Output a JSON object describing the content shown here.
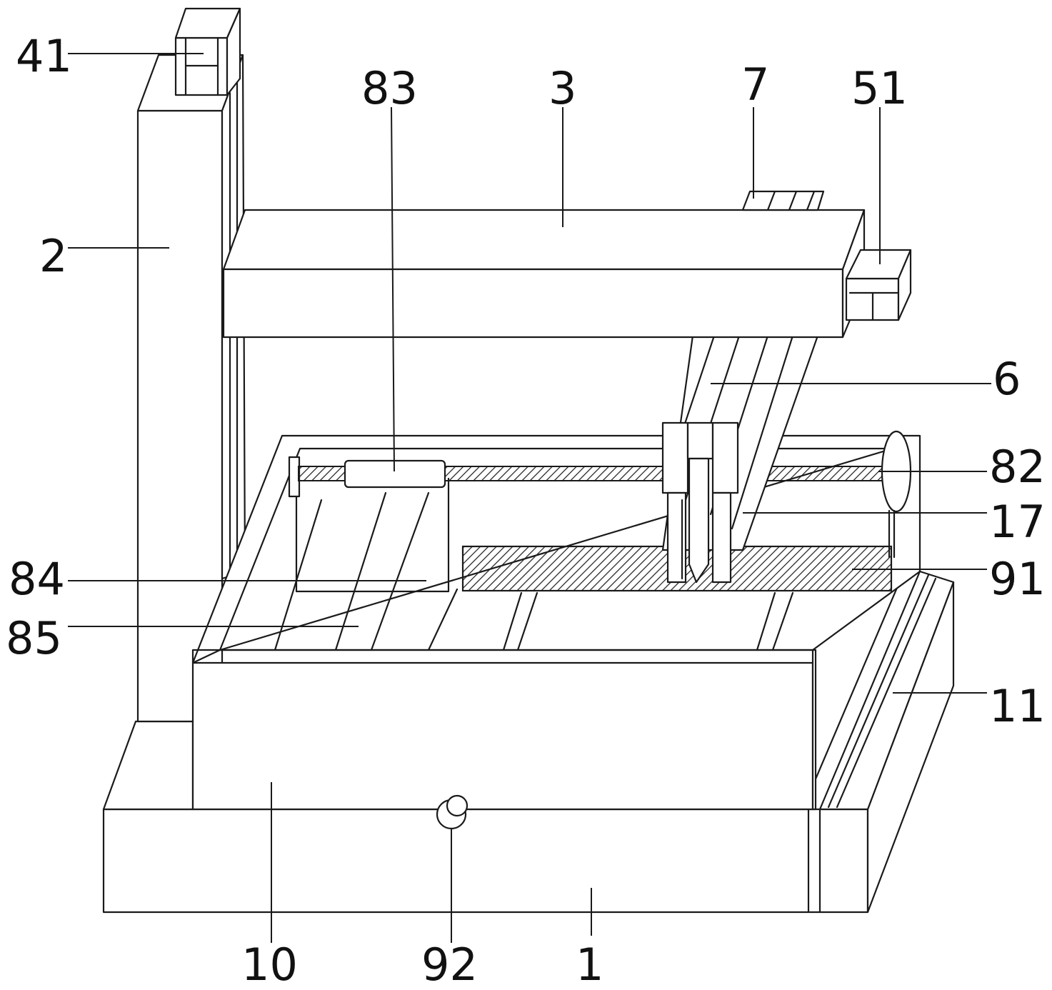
{
  "labels": {
    "l41": "41",
    "l83": "83",
    "l3": "3",
    "l7": "7",
    "l51": "51",
    "l2": "2",
    "l6": "6",
    "l82": "82",
    "l17": "17",
    "l84": "84",
    "l91": "91",
    "l85": "85",
    "l11": "11",
    "l10": "10",
    "l92": "92",
    "l1": "1"
  }
}
